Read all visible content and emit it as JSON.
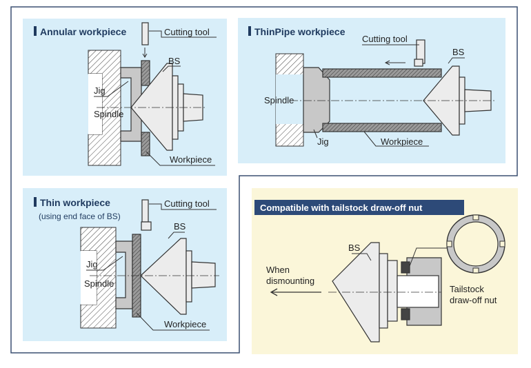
{
  "annular": {
    "title": "Annular workpiece",
    "cutting_tool": "Cutting tool",
    "bs": "BS",
    "jig": "Jig",
    "spindle": "Spindle",
    "workpiece": "Workpiece"
  },
  "thinpipe": {
    "title": "ThinPipe workpiece",
    "cutting_tool": "Cutting tool",
    "bs": "BS",
    "spindle": "Spindle",
    "jig": "Jig",
    "workpiece": "Workpiece"
  },
  "thin": {
    "title": "Thin workpiece",
    "subtitle": "(using end face of BS)",
    "cutting_tool": "Cutting tool",
    "bs": "BS",
    "jig": "Jig",
    "spindle": "Spindle",
    "workpiece": "Workpiece"
  },
  "tailstock": {
    "banner": "Compatible with tailstock draw-off nut",
    "bs": "BS",
    "when1": "When",
    "when2": "dismounting",
    "nut1": "Tailstock",
    "nut2": "draw-off nut"
  },
  "colors": {
    "panel_blue": "#d8eef9",
    "panel_yellow": "#fbf6d9",
    "frame": "#3a4f70",
    "banner": "#2d4a78",
    "body_gray": "#c8c8c8",
    "part_light": "#ececec",
    "workpiece_dark": "#8a8a8a"
  }
}
